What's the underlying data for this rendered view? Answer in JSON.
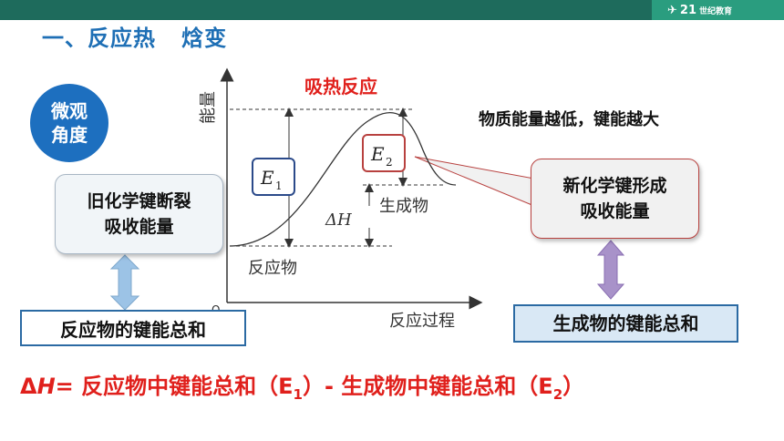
{
  "header": {
    "logo_mark": "21",
    "logo_text": "世纪教育"
  },
  "title": "一、反应热   焓变",
  "badge": {
    "line1": "微观",
    "line2": "角度"
  },
  "diagram": {
    "title": "吸热反应",
    "y_axis_label": "能量",
    "x_axis_label": "反应过程",
    "reactant_label": "反应物",
    "product_label": "生成物",
    "delta_h_label": "ΔH",
    "e1_label": "E",
    "e1_sub": "1",
    "e2_label": "E",
    "e2_sub": "2",
    "origin_label": "O"
  },
  "left_bubble": {
    "line1": "旧化学键断裂",
    "line2": "吸收能量"
  },
  "right_bubble": {
    "line1": "新化学键形成",
    "line2": "吸收能量"
  },
  "note": "物质能量越低，键能越大",
  "left_box": "反应物的键能总和",
  "right_box": "生成物的键能总和",
  "formula": {
    "delta": "Δ",
    "h": "H",
    "eq": "= 反应物中键能总和（E",
    "sub1": "1",
    "mid": "）- 生成物中键能总和（E",
    "sub2": "2",
    "end": "）"
  },
  "colors": {
    "title_blue": "#1e6fb5",
    "accent_red": "#e0201c",
    "bar_green": "#1e6b5c"
  }
}
